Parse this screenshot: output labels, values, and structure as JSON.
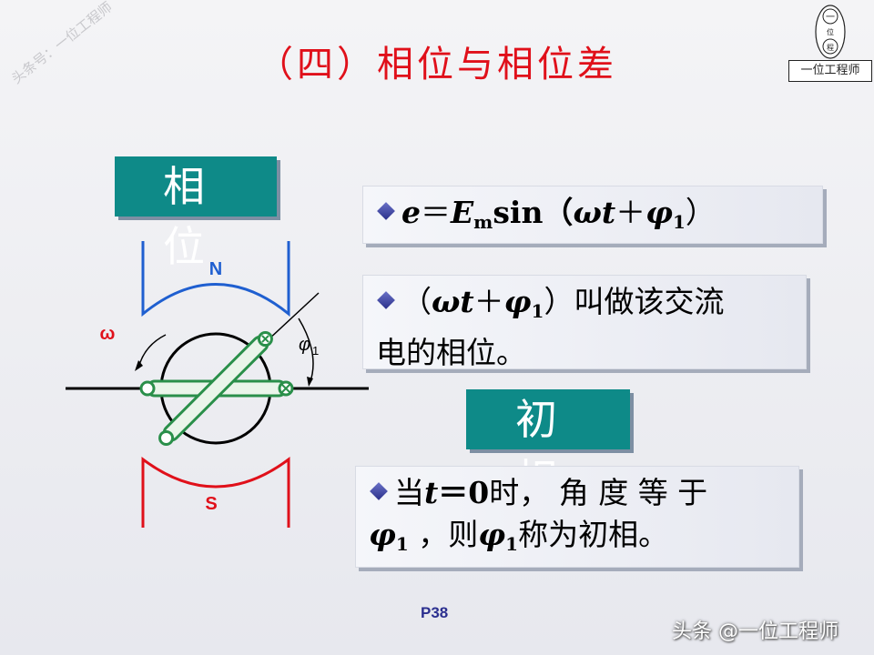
{
  "title": "（四）相位与相位差",
  "watermark": "头条号：一位工程师",
  "logo": {
    "top_char": "一",
    "mid_char": "位",
    "bottom_char": "程",
    "box_text": "一位工程师"
  },
  "labels": {
    "phase": "相 位",
    "initial_phase": "初 相"
  },
  "cards": {
    "eq": {
      "e": "e",
      "equals": "＝",
      "Em": "E",
      "m": "m",
      "sin": "sin（",
      "wt": "ωt",
      "plus": "＋",
      "phi": "φ",
      "one": "1",
      "close": "）"
    },
    "phase_desc": {
      "open": "（",
      "wt": "ωt",
      "plus": "＋",
      "phi": "φ",
      "one": "1",
      "rest1": "）叫做该交流",
      "rest2": "电的相位。"
    },
    "init_desc": {
      "when": "当",
      "t": "t",
      "eq0": "＝0",
      "rest1": "时， 角 度 等 于",
      "phi": "φ",
      "one": "1",
      "comma": " ，则",
      "phi2": "φ",
      "one2": "1",
      "rest2": "称为初相。"
    }
  },
  "diagram": {
    "n_label": "N",
    "s_label": "S",
    "omega_label": "ω",
    "phi_label": "φ",
    "phi_sub": "1"
  },
  "footer": {
    "page": "P38",
    "brand": "头条 @一位工程师"
  },
  "colors": {
    "title": "#e0101a",
    "teal": "#0e8a88",
    "magnet_n": "#1f5fd0",
    "magnet_s": "#e0101a",
    "coil": "#2a8f4a"
  }
}
